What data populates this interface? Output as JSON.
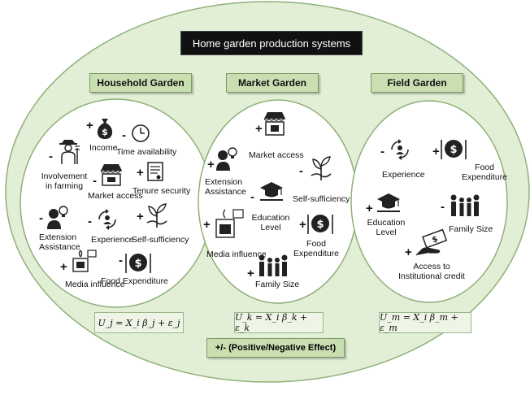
{
  "title": "Home garden production systems",
  "legend": "+/-  (Positive/Negative Effect)",
  "gardens": {
    "household": {
      "header": "Household Garden",
      "equation": "U_j = X_i β_j + ε_j",
      "items": {
        "involvement": {
          "label1": "Involvement",
          "label2": "in farming",
          "sign": "-"
        },
        "income": {
          "label": "Income",
          "sign": "+"
        },
        "time": {
          "label": "Time availability",
          "sign": "-"
        },
        "market_access": {
          "label": "Market access",
          "sign": "-"
        },
        "tenure": {
          "label": "Tenure security",
          "sign": "+"
        },
        "extension": {
          "label1": "Extension",
          "label2": "Assistance",
          "sign": "-"
        },
        "experience": {
          "label": "Experience",
          "sign": "-"
        },
        "self_sufficiency": {
          "label": "Self-sufficiency",
          "sign": "+"
        },
        "media": {
          "label": "Media influence",
          "sign": "+"
        },
        "food": {
          "label": "Food Expenditure",
          "sign": "-"
        }
      }
    },
    "market": {
      "header": "Market Garden",
      "equation": "U_k = X_i β_k + ε_k",
      "items": {
        "market_access": {
          "label": "Market access",
          "sign": "+"
        },
        "extension": {
          "label1": "Extension",
          "label2": "Assistance",
          "sign": "+"
        },
        "self_sufficiency": {
          "label": "Self-sufficiency",
          "sign": "-"
        },
        "education": {
          "label1": "Education",
          "label2": "Level",
          "sign": "-"
        },
        "media": {
          "label": "Media influence",
          "sign": "+"
        },
        "food": {
          "label1": "Food",
          "label2": "Expenditure",
          "sign": "+"
        },
        "family": {
          "label": "Family Size",
          "sign": "+"
        }
      }
    },
    "field": {
      "header": "Field Garden",
      "equation": "U_m = X_i β_m + ε_m",
      "items": {
        "experience": {
          "label": "Experience",
          "sign": "-"
        },
        "food": {
          "label1": "Food",
          "label2": "Expenditure",
          "sign": "+"
        },
        "education": {
          "label1": "Education",
          "label2": "Level",
          "sign": "+"
        },
        "family": {
          "label": "Family Size",
          "sign": "-"
        },
        "credit": {
          "label1": "Access to",
          "label2": "Institutional credit",
          "sign": "+"
        }
      }
    }
  },
  "colors": {
    "fill": "#e2efd6",
    "stroke": "#8fb07a",
    "header_fill": "#c9dfb2"
  }
}
